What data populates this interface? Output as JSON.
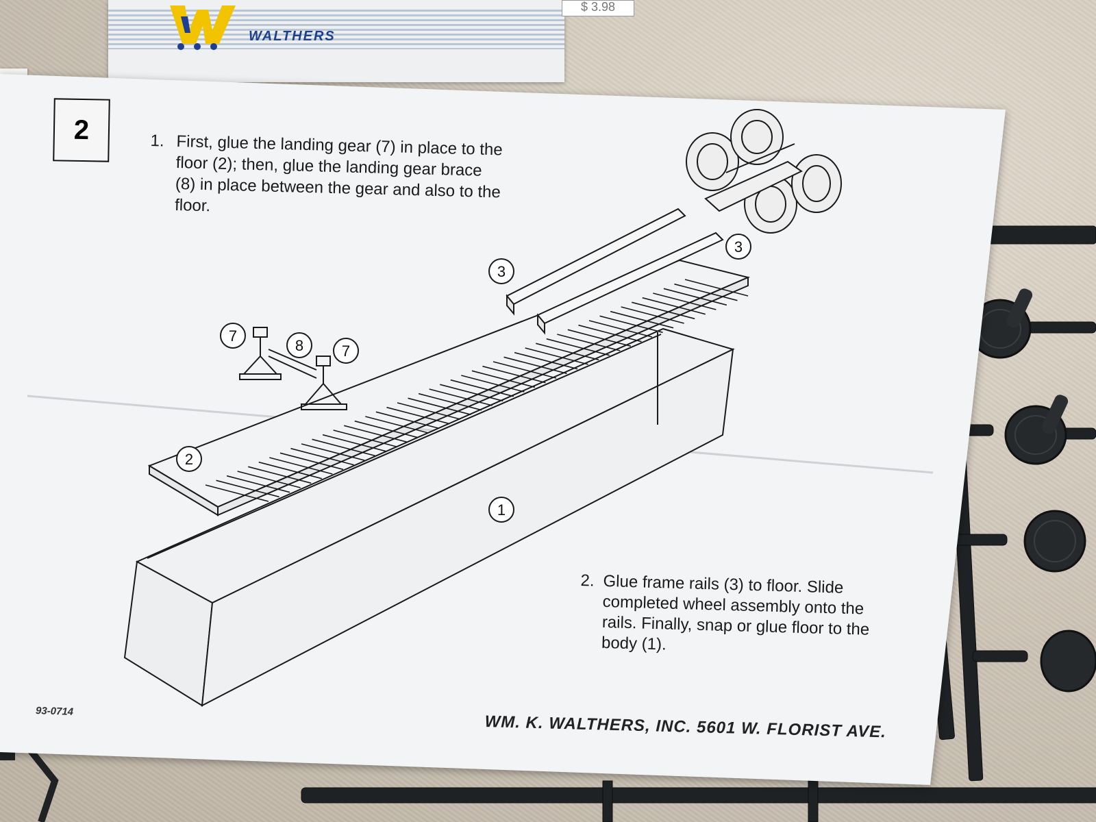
{
  "box": {
    "brand": "WALTHERS",
    "logo_letter": "W",
    "price_label": "$ 3.98"
  },
  "sheet": {
    "step_number": "2",
    "step1": {
      "num": "1.",
      "text": "First, glue the landing gear (7) in place to the floor (2); then, glue the landing gear brace (8) in place between the gear and also to the floor."
    },
    "step2": {
      "num": "2.",
      "text": "Glue frame rails (3) to floor. Slide completed wheel assembly onto the rails. Finally, snap or glue floor to the body (1)."
    },
    "part_number": "93-0714",
    "company": "WM. K. WALTHERS, INC. 5601 W. FLORIST AVE."
  },
  "diagram": {
    "callouts": [
      "3",
      "3",
      "7",
      "8",
      "7",
      "2",
      "1"
    ]
  },
  "colors": {
    "brand_blue": "#1d3f93",
    "brand_yellow": "#f2c400",
    "sheet": "#f3f4f6",
    "sprue": "#1f2224"
  }
}
